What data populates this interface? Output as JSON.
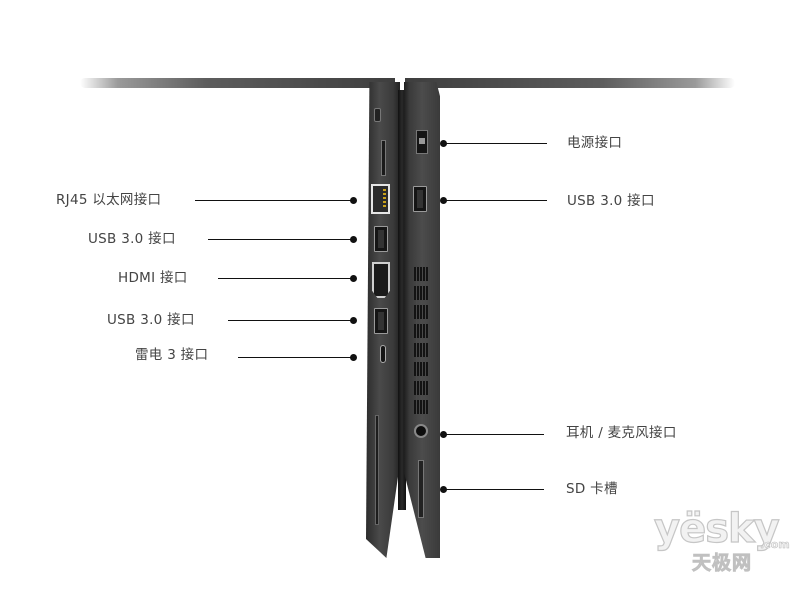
{
  "left_side": {
    "labels": [
      {
        "text": "RJ45 以太网接口",
        "port": "rj45-ethernet"
      },
      {
        "text": "USB 3.0 接口",
        "port": "usb-3.0"
      },
      {
        "text": "HDMI 接口",
        "port": "hdmi"
      },
      {
        "text": "USB 3.0 接口",
        "port": "usb-3.0"
      },
      {
        "text": "雷电 3 接口",
        "port": "thunderbolt-3"
      }
    ]
  },
  "right_side": {
    "labels": [
      {
        "text": "电源接口",
        "port": "power"
      },
      {
        "text": "USB 3.0 接口",
        "port": "usb-3.0"
      },
      {
        "text": "耳机 / 麦克风接口",
        "port": "headphone-mic"
      },
      {
        "text": "SD 卡槽",
        "port": "sd-card-slot"
      }
    ]
  },
  "watermark": {
    "main": "yësky",
    "suffix": ".com",
    "cn": "天极网"
  },
  "colors": {
    "label_text": "#444444",
    "leader_line": "#111111",
    "laptop_body": "#3e3e3e",
    "background": "#ffffff"
  }
}
